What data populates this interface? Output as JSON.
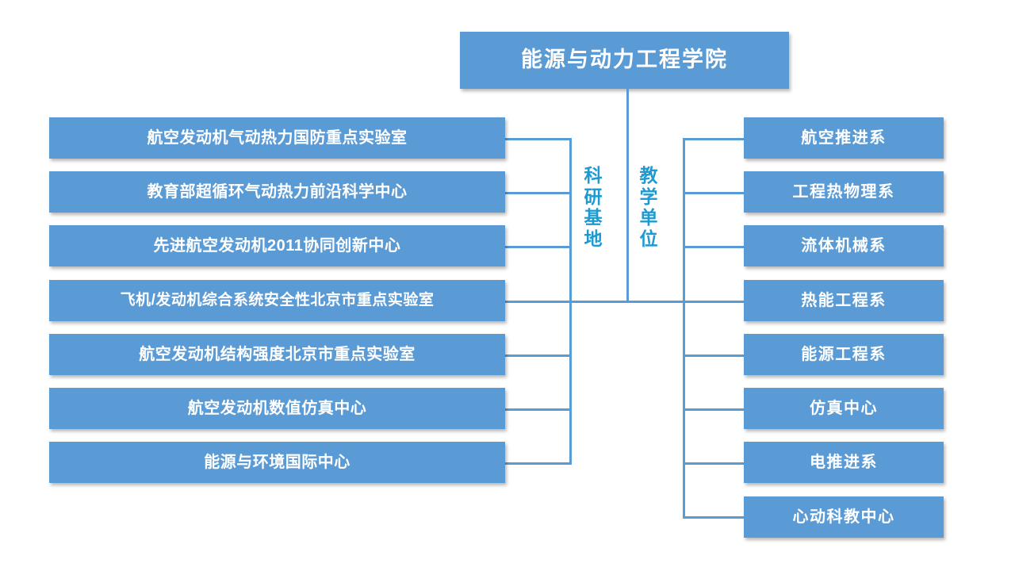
{
  "diagram": {
    "title": "能源与动力工程学院",
    "branch_labels": {
      "research": "科研基地",
      "teaching": "教学单位"
    },
    "colors": {
      "box_fill": "#5B9BD5",
      "box_text": "#FFFFFF",
      "connector": "#5B9BD5",
      "branch_label_text": "#1F9AD0",
      "background": "#FFFFFF"
    },
    "research_bases": [
      {
        "label": "航空发动机气动热力国防重点实验室"
      },
      {
        "label": "教育部超循环气动热力前沿科学中心"
      },
      {
        "label": "先进航空发动机2011协同创新中心"
      },
      {
        "label": "飞机/发动机综合系统安全性北京市重点实验室"
      },
      {
        "label": "航空发动机结构强度北京市重点实验室"
      },
      {
        "label": "航空发动机数值仿真中心"
      },
      {
        "label": "能源与环境国际中心"
      }
    ],
    "teaching_units": [
      {
        "label": "航空推进系"
      },
      {
        "label": "工程热物理系"
      },
      {
        "label": "流体机械系"
      },
      {
        "label": "热能工程系"
      },
      {
        "label": "能源工程系"
      },
      {
        "label": "仿真中心"
      },
      {
        "label": "电推进系"
      },
      {
        "label": "心动科教中心"
      }
    ]
  }
}
